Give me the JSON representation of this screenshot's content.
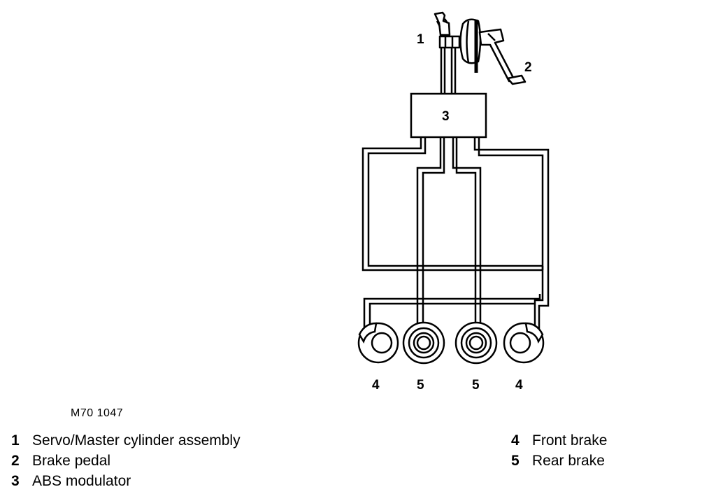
{
  "diagram": {
    "reference_code": "M70 1047",
    "callouts": {
      "servo": "1",
      "pedal": "2",
      "modulator": "3",
      "front_left": "4",
      "rear_left": "5",
      "rear_right": "5",
      "front_right": "4"
    },
    "legend": [
      {
        "number": "1",
        "label": "Servo/Master cylinder assembly"
      },
      {
        "number": "2",
        "label": "Brake pedal"
      },
      {
        "number": "3",
        "label": "ABS modulator"
      },
      {
        "number": "4",
        "label": "Front brake"
      },
      {
        "number": "5",
        "label": "Rear brake"
      }
    ]
  }
}
